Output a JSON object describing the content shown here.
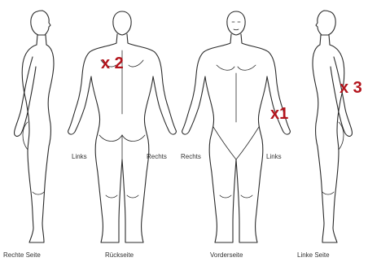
{
  "views": {
    "right_side": "Rechte Seite",
    "back": "Rückseite",
    "front": "Vorderseite",
    "left_side": "Linke Seite"
  },
  "sides": {
    "back_left": "Links",
    "back_right": "Rechts",
    "front_right": "Rechts",
    "front_left": "Links"
  },
  "markers": {
    "back_shoulder": "x 2",
    "front_hand": "x1",
    "left_side_back": "x 3"
  },
  "colors": {
    "marker": "#b3141c",
    "outline": "#2a2a2a"
  }
}
